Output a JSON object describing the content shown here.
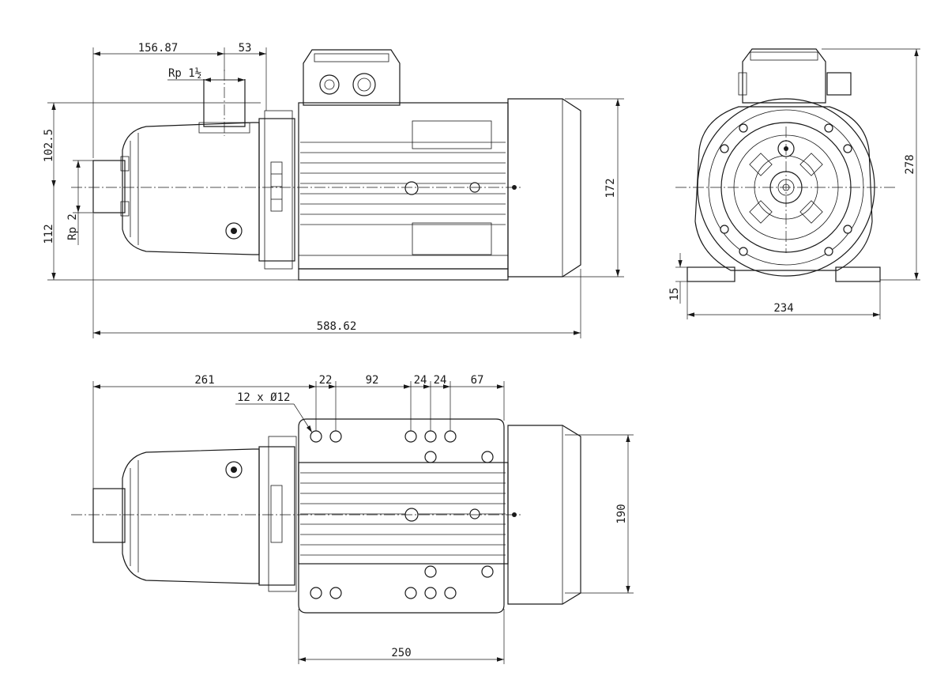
{
  "side_view": {
    "dim_suction_offset": "156.87",
    "dim_discharge_width": "53",
    "label_discharge_thread": "Rp 1½",
    "dim_discharge_height": "102.5",
    "dim_shaft_height": "112",
    "label_suction_thread": "Rp 2",
    "dim_motor_height": "172",
    "dim_total_length": "588.62"
  },
  "end_view": {
    "dim_total_height": "278",
    "dim_foot_height": "15",
    "dim_foot_span": "234"
  },
  "top_view": {
    "dim_to_first_hole": "261",
    "dim_hole_pitch_a": "22",
    "dim_hole_pitch_b": "92",
    "dim_hole_pitch_c": "24",
    "dim_hole_pitch_d": "24",
    "dim_hole_pitch_e": "67",
    "label_holes": "12 x Ø12",
    "dim_width": "190",
    "dim_base_length": "250"
  }
}
